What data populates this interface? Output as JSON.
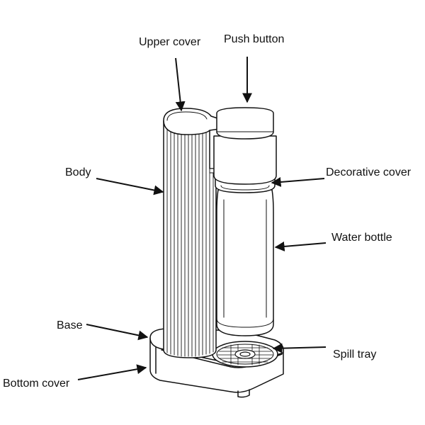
{
  "labels": {
    "upper_cover": "Upper cover",
    "push_button": "Push button",
    "body": "Body",
    "decorative_cover": "Decorative cover",
    "water_bottle": "Water bottle",
    "base": "Base",
    "spill_tray": "Spill tray",
    "bottom_cover": "Bottom cover"
  },
  "colors": {
    "line": "#111111",
    "fill": "#ffffff"
  }
}
